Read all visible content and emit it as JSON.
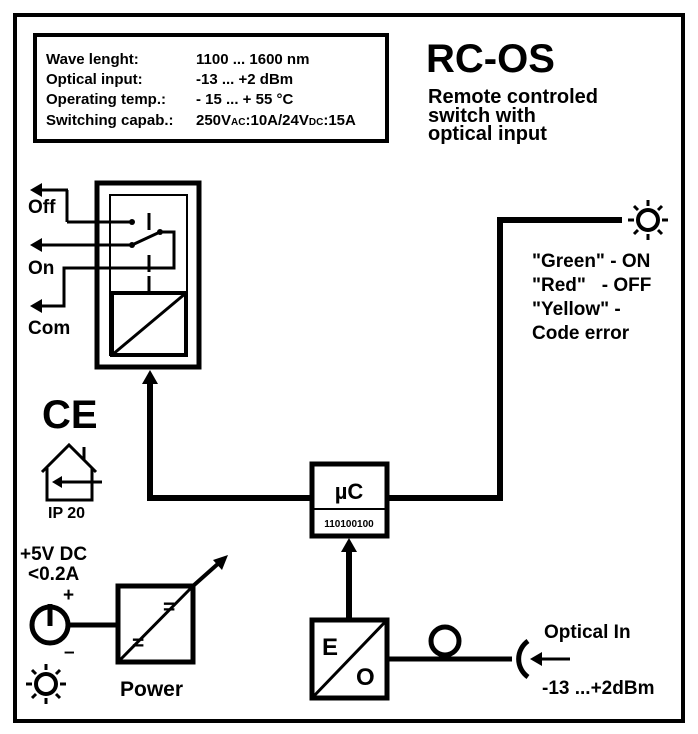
{
  "specs": {
    "rows": [
      {
        "label": "Wave lenght:",
        "value": "1100 ... 1600 nm"
      },
      {
        "label": "Optical input:",
        "value": "-13 ... +2 dBm"
      },
      {
        "label": "Operating temp.:",
        "value": "- 15 ... + 55 °C"
      },
      {
        "label": "Switching capab.:",
        "value": ""
      }
    ],
    "switching": {
      "v1": "250V",
      "s1": "AC",
      "i1": ":10A/24V",
      "s2": "DC",
      "i2": ":15A"
    }
  },
  "title": "RC-OS",
  "description": [
    "Remote controled",
    "switch with",
    "optical input"
  ],
  "relay": {
    "off": "Off",
    "on": "On",
    "com": "Com"
  },
  "leds": {
    "green": "\"Green\" - ON",
    "red": "\"Red\"   - OFF",
    "yellow": "\"Yellow\" -",
    "error": "Code error"
  },
  "certs": {
    "ce": "CE",
    "ip": "IP 20"
  },
  "power_in": {
    "voltage": "+5V DC",
    "current": "<0.2A",
    "plus": "+",
    "minus": "–"
  },
  "converter": {
    "label": "Power",
    "symbol": "="
  },
  "mcu": {
    "label": "µC",
    "code": "110100100"
  },
  "eo": {
    "e": "E",
    "o": "O"
  },
  "optical_in": {
    "label": "Optical In",
    "range": "-13 ...+2dBm"
  }
}
